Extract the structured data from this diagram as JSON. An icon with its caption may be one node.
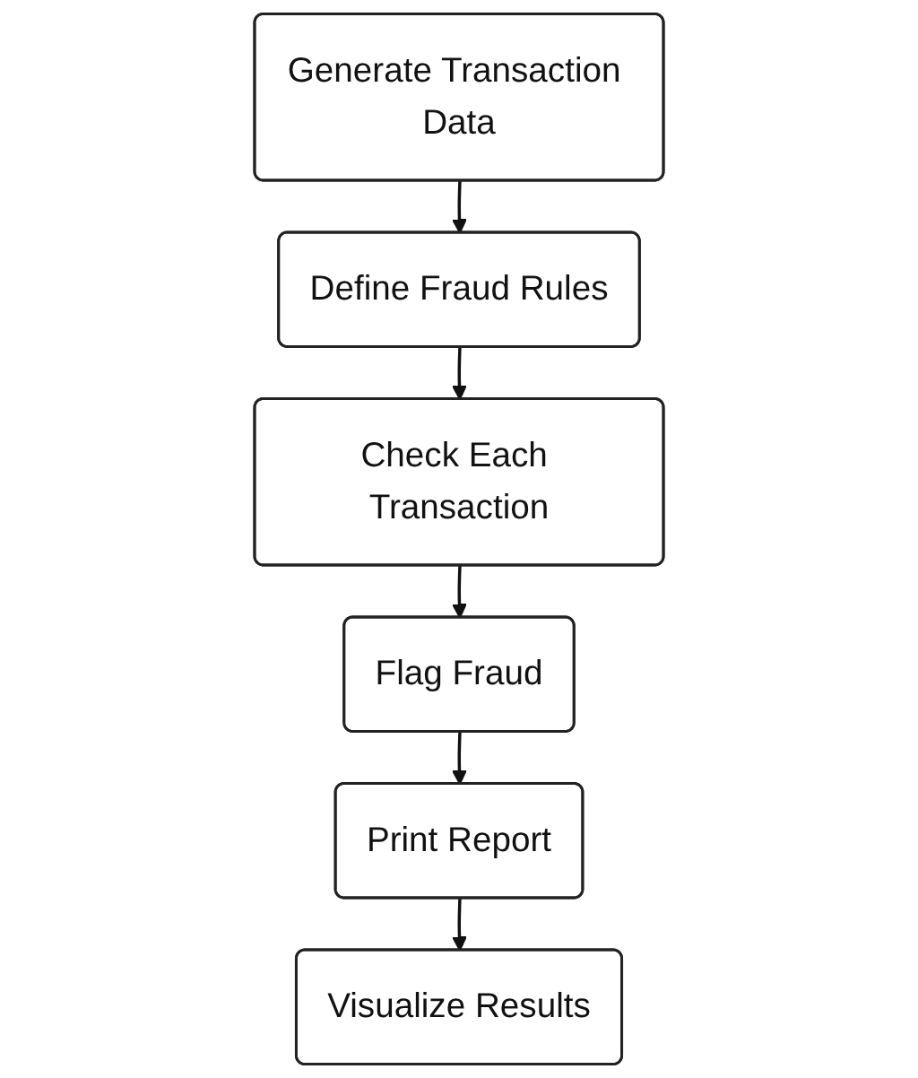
{
  "diagram": {
    "nodes": [
      {
        "text": [
          "Generate Transaction Data"
        ]
      },
      {
        "text": [
          "Define Fraud Rules"
        ]
      },
      {
        "text": [
          "Check Each Transaction"
        ]
      },
      {
        "text": [
          "Flag Fraud"
        ]
      },
      {
        "text": [
          "Print Report"
        ]
      },
      {
        "text": [
          "Visualize Results"
        ]
      }
    ],
    "edges": [
      {
        "from": 0,
        "to": 1,
        "arrow": "to"
      },
      {
        "from": 1,
        "to": 2,
        "arrow": "to"
      },
      {
        "from": 2,
        "to": 3,
        "arrow": "to"
      },
      {
        "from": 3,
        "to": 4,
        "arrow": "to"
      },
      {
        "from": 4,
        "to": 5,
        "arrow": "to"
      }
    ]
  }
}
